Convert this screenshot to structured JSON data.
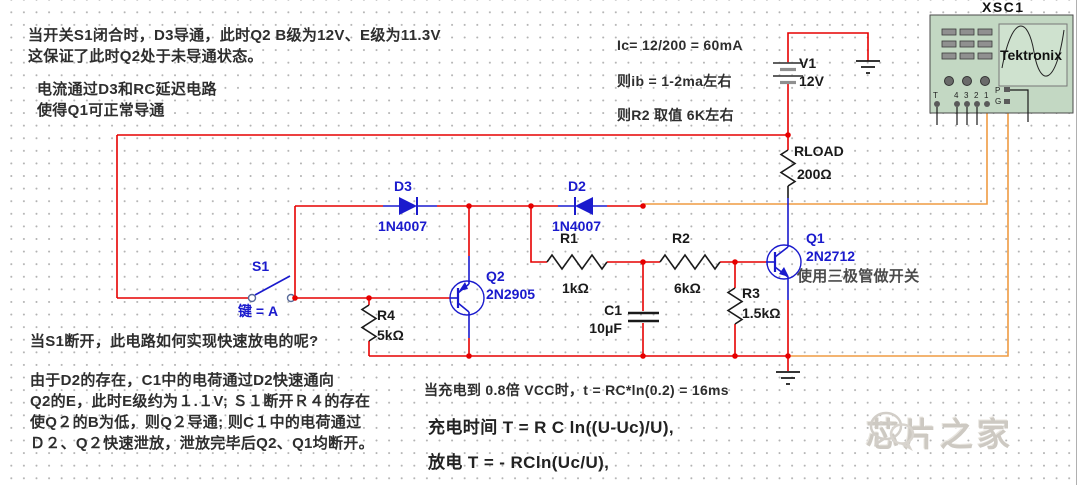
{
  "annotations": {
    "closed_line1": "当开关S1闭合时，D3导通，此时Q2 B级为12V、E级为11.3V",
    "closed_line2": "这保证了此时Q2处于未导通状态。",
    "delay_line1": "电流通过D3和RC延迟电路",
    "delay_line2": "使得Q1可正常导通",
    "calc_ic": "Ic= 12/200 = 60mA",
    "calc_ib": "则ib = 1-2ma左右",
    "calc_r2": "则R2 取值 6K左右",
    "q1_note": "使用三极管做开关",
    "discharge_question": "当S1断开，此电路如何实现快速放电的呢?",
    "discharge_p1": "由于D2的存在，C1中的电荷通过D2快速通向",
    "discharge_p2": "Q2的E，此时E级约为１.１V; Ｓ１断开Ｒ４的存在",
    "discharge_p3": "使Q２的B为低，则Q２导通; 则C１中的电荷通过",
    "discharge_p4": "Ｄ２、Q２快速泄放，泄放完毕后Q2、Q1均断开。",
    "charge_time_note": "当充电到 0.8倍 VCC时，t = RC*ln(0.2) = 16ms",
    "formula_charge": "充电时间 T = R C ln((U-Uc)/U),",
    "formula_discharge": "放电 T = - RCln(Uc/U),"
  },
  "components": {
    "d3": {
      "ref": "D3",
      "value": "1N4007"
    },
    "d2": {
      "ref": "D2",
      "value": "1N4007"
    },
    "s1": {
      "ref": "S1",
      "value": "键 = A"
    },
    "q1": {
      "ref": "Q1",
      "value": "2N2712"
    },
    "q2": {
      "ref": "Q2",
      "value": "2N2905"
    },
    "r1": {
      "ref": "R1",
      "value": "1kΩ"
    },
    "r2": {
      "ref": "R2",
      "value": "6kΩ"
    },
    "r3": {
      "ref": "R3",
      "value": "1.5kΩ"
    },
    "r4": {
      "ref": "R4",
      "value": "5kΩ"
    },
    "rload": {
      "ref": "RLOAD",
      "value": "200Ω"
    },
    "c1": {
      "ref": "C1",
      "value": "10μF"
    },
    "v1": {
      "ref": "V1",
      "value": "12V"
    }
  },
  "oscilloscope": {
    "ref": "XSC1",
    "brand": "Tektronix",
    "pins": {
      "t": "T",
      "n4": "4",
      "n3": "3",
      "n2": "2",
      "n1": "1",
      "p": "P",
      "g": "G"
    }
  },
  "watermark": "芯片之家",
  "colors": {
    "wire_red": "#e60000",
    "wire_blue": "#1a1acd",
    "wire_orange": "#ef9b42",
    "scope_green": "#c3d8c3"
  }
}
